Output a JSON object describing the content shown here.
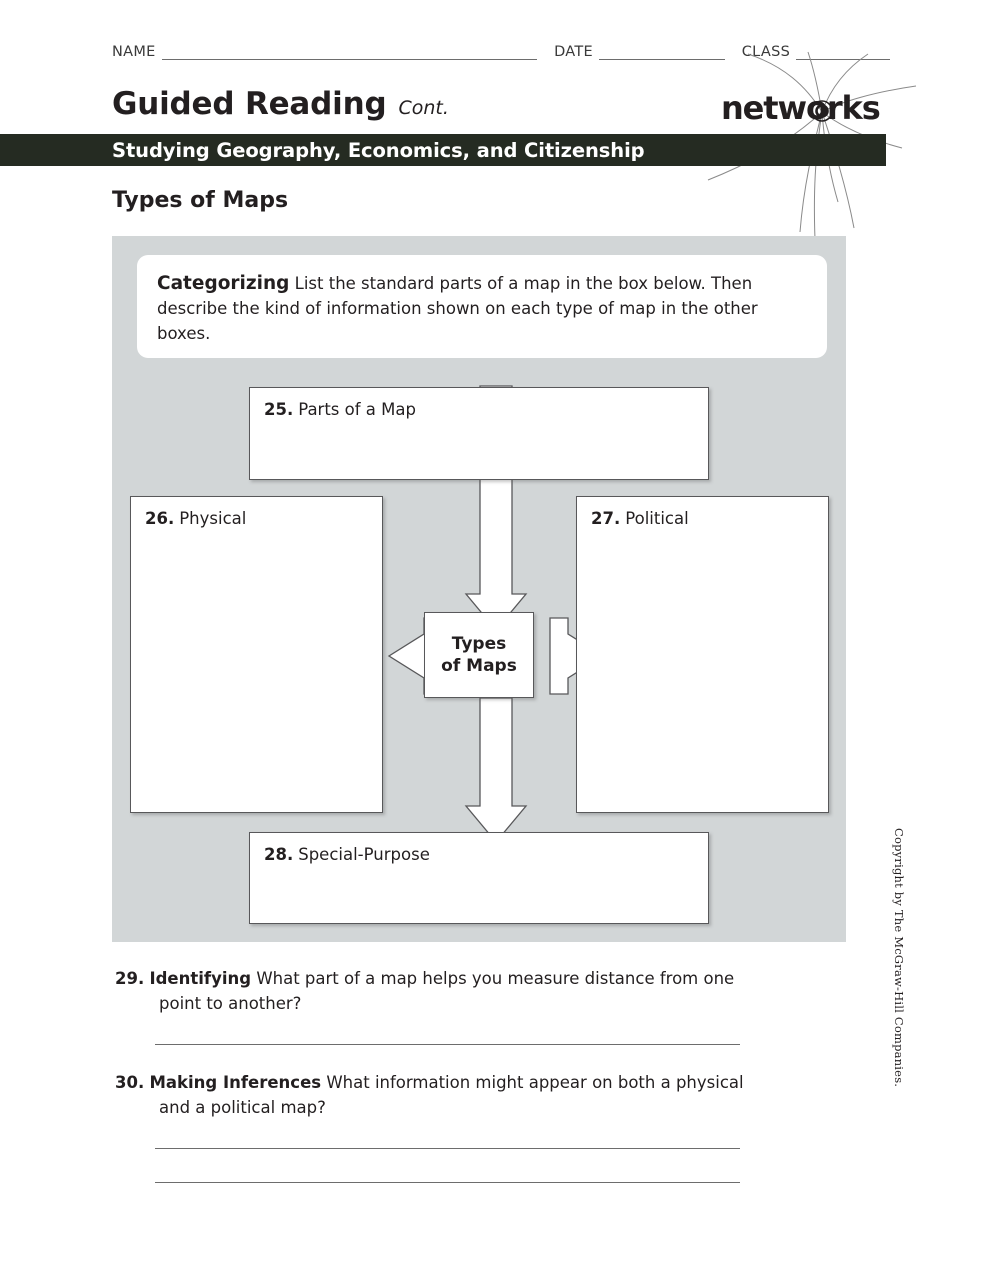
{
  "header": {
    "name_label": "NAME",
    "date_label": "DATE",
    "class_label": "CLASS",
    "title": "Guided Reading",
    "title_suffix": "Cont.",
    "logo_text": "networks",
    "banner_text": "Studying Geography, Economics, and Citizenship"
  },
  "section": {
    "heading": "Types of Maps"
  },
  "instruction": {
    "label": "Categorizing",
    "text": "List the standard parts of a map in the box below. Then describe the kind of information shown on each type of map in the other boxes."
  },
  "diagram": {
    "center_line1": "Types",
    "center_line2": "of Maps",
    "boxes": [
      {
        "num": "25.",
        "label": "Parts of a Map",
        "position": "top"
      },
      {
        "num": "26.",
        "label": "Physical",
        "position": "left"
      },
      {
        "num": "27.",
        "label": "Political",
        "position": "right"
      },
      {
        "num": "28.",
        "label": "Special-Purpose",
        "position": "bottom"
      }
    ]
  },
  "questions": [
    {
      "num": "29.",
      "type": "Identifying",
      "text": "What part of a map helps you measure distance from one point to another?",
      "answer_lines": 1
    },
    {
      "num": "30.",
      "type": "Making Inferences",
      "text": "What information might appear on both a physical and a political map?",
      "answer_lines": 2
    }
  ],
  "footer": {
    "copyright": "Copyright by The McGraw-Hill Companies."
  },
  "colors": {
    "banner": "#252b22",
    "panel": "#d2d6d7",
    "text": "#231f20",
    "rule": "#6d6d6d"
  }
}
